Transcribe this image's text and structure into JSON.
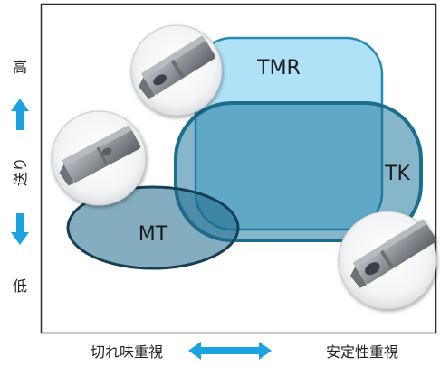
{
  "diagram": {
    "regions": [
      {
        "id": "tmr",
        "label": "TMR",
        "fill": "#5fc6ef",
        "stroke": "#2b8ab0"
      },
      {
        "id": "tk",
        "label": "TK",
        "fill": "#0f6d96",
        "stroke": "#1b6e8e"
      },
      {
        "id": "mt",
        "label": "MT",
        "fill": "#1f6c8a",
        "stroke": "#163f56"
      }
    ],
    "y_axis": {
      "high_label": "高",
      "axis_label": "送り",
      "low_label": "低"
    },
    "x_axis": {
      "left_label": "切れ味重視",
      "right_label": "安定性重視"
    },
    "colors": {
      "arrow": "#1aa3e0",
      "frame": "#2a2a2a",
      "insert_body": "#8b8f94"
    }
  }
}
